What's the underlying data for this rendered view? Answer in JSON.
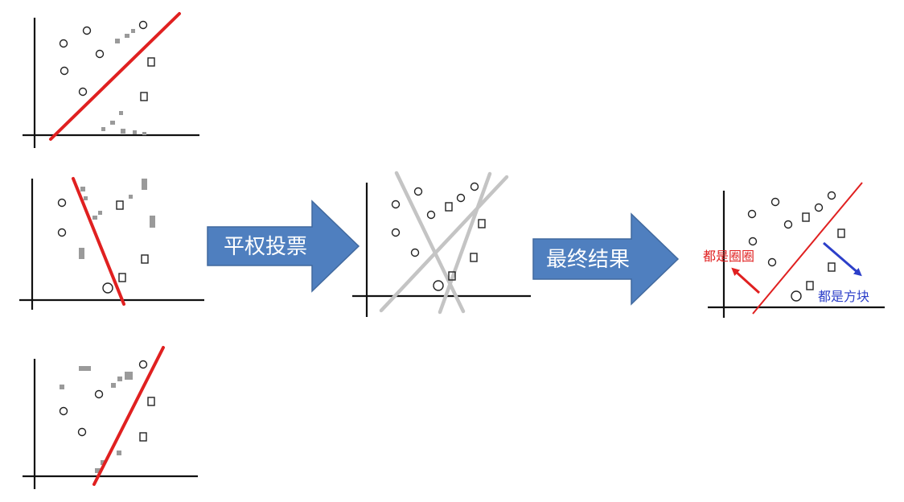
{
  "arrows": {
    "vote_label": "平权投票",
    "result_label": "最终结果"
  },
  "result_panel": {
    "circles_label": "都是圈圈",
    "squares_label": "都是方块"
  },
  "colors": {
    "arrow_fill": "#4f7fbf",
    "split_line": "#e02020",
    "combined_lines": "#c4c4c4",
    "circle_region_label": "#e02020",
    "square_region_label": "#2c3fc9"
  },
  "icons": {
    "circle_sample": "circle-marker-icon",
    "square_sample": "square-marker-icon"
  }
}
